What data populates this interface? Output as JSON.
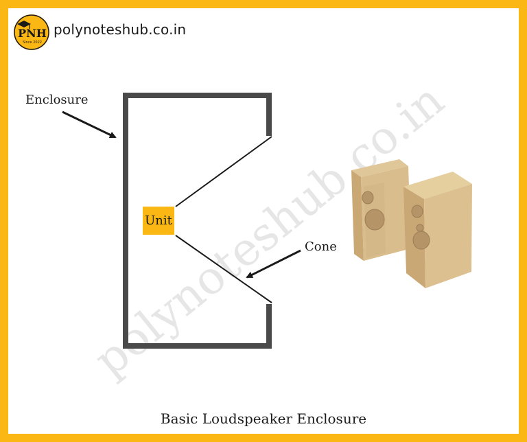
{
  "brand": {
    "logo_text": "PNH",
    "logo_subtext": "Since 2022",
    "site_name": "polynoteshub.co.in",
    "watermark": "polynoteshub.co.in",
    "accent_color": "#fbb713"
  },
  "diagram": {
    "labels": {
      "enclosure": "Enclosure",
      "unit": "Unit",
      "cone": "Cone"
    },
    "wall_color": "#4a4a4a",
    "caption": "Basic Loudspeaker Enclosure"
  }
}
